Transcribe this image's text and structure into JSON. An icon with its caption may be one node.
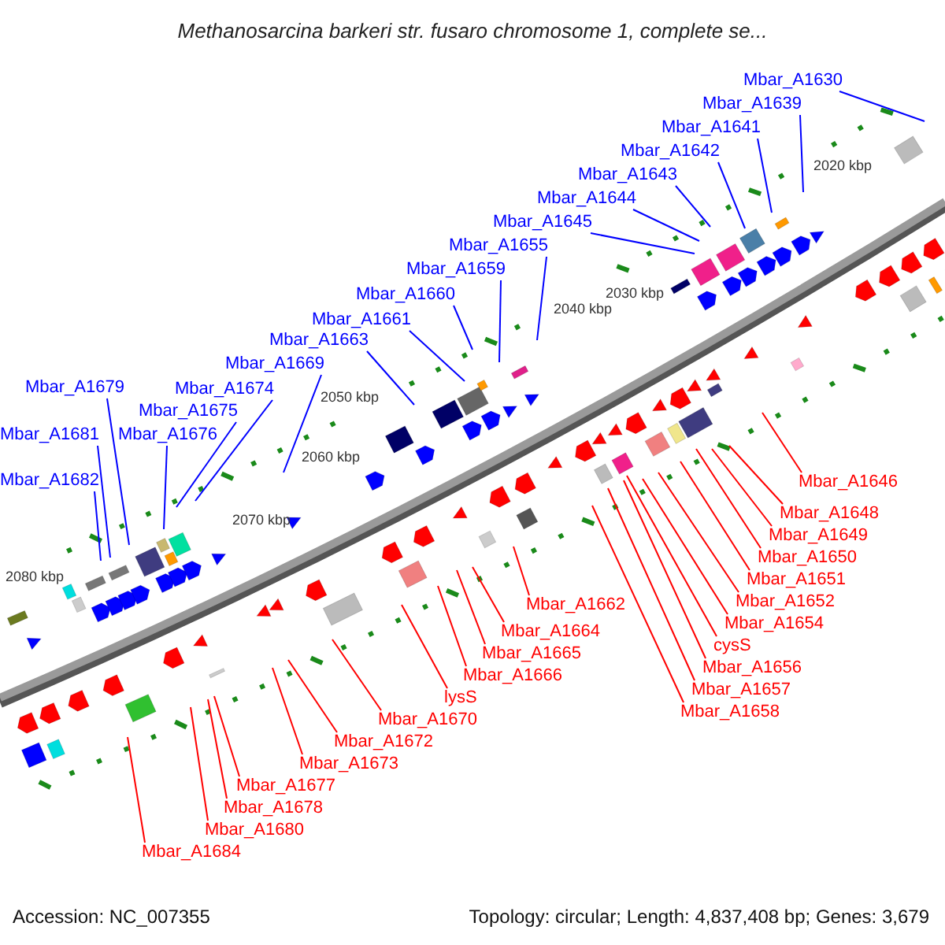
{
  "diagram": {
    "title": "Methanosarcina barkeri str. fusaro chromosome 1, complete se...",
    "nodes": [
      {
        "text": [
          "Mbar_A1630"
        ]
      },
      {
        "text": [
          "Mbar_A1639"
        ]
      },
      {
        "text": [
          "Mbar_A1641"
        ]
      },
      {
        "text": [
          "Mbar_A1642"
        ]
      },
      {
        "text": [
          "Mbar_A1643"
        ]
      },
      {
        "text": [
          "Mbar_A1644"
        ]
      },
      {
        "text": [
          "Mbar_A1645"
        ]
      },
      {
        "text": [
          "Mbar_A1655"
        ]
      },
      {
        "text": [
          "Mbar_A1659"
        ]
      },
      {
        "text": [
          "Mbar_A1660"
        ]
      },
      {
        "text": [
          "Mbar_A1661"
        ]
      },
      {
        "text": [
          "Mbar_A1663"
        ]
      },
      {
        "text": [
          "Mbar_A1669"
        ]
      },
      {
        "text": [
          "Mbar_A1674"
        ]
      },
      {
        "text": [
          "Mbar_A1675"
        ]
      },
      {
        "text": [
          "Mbar_A1679"
        ]
      },
      {
        "text": [
          "Mbar_A1676"
        ]
      },
      {
        "text": [
          "Mbar_A1681"
        ]
      },
      {
        "text": [
          "Mbar_A1682"
        ]
      },
      {
        "text": [
          "Mbar_A1646"
        ]
      },
      {
        "text": [
          "Mbar_A1648"
        ]
      },
      {
        "text": [
          "Mbar_A1649"
        ]
      },
      {
        "text": [
          "Mbar_A1650"
        ]
      },
      {
        "text": [
          "Mbar_A1651"
        ]
      },
      {
        "text": [
          "Mbar_A1652"
        ]
      },
      {
        "text": [
          "Mbar_A1657"
        ]
      },
      {
        "text": [
          "Mbar_A1658"
        ]
      },
      {
        "text": [
          "cysS"
        ]
      },
      {
        "text": [
          "Mbar_A1654"
        ]
      },
      {
        "text": [
          "Mbar_A1656"
        ]
      },
      {
        "text": [
          "Mbar_A1662"
        ]
      },
      {
        "text": [
          "Mbar_A1666"
        ]
      },
      {
        "text": [
          "Mbar_A1664"
        ]
      },
      {
        "text": [
          "Mbar_A1665"
        ]
      },
      {
        "text": [
          "lysS"
        ]
      },
      {
        "text": [
          "Mbar_A1670"
        ]
      },
      {
        "text": [
          "Mbar_A1672"
        ]
      },
      {
        "text": [
          "Mbar_A1673"
        ]
      },
      {
        "text": [
          "Mbar_A1680"
        ]
      },
      {
        "text": [
          "Mbar_A1684"
        ]
      },
      {
        "text": [
          "Mbar_A1677"
        ]
      },
      {
        "text": [
          "Mbar_A1678"
        ]
      }
    ],
    "edges": [
      {
        "from": 0,
        "to": null,
        "arrow": "none",
        "color": "#0000ff"
      },
      {
        "from": 1,
        "to": null,
        "arrow": "none",
        "color": "#0000ff"
      },
      {
        "from": 2,
        "to": null,
        "arrow": "none",
        "color": "#0000ff"
      },
      {
        "from": 3,
        "to": null,
        "arrow": "none",
        "color": "#0000ff"
      },
      {
        "from": 4,
        "to": null,
        "arrow": "none",
        "color": "#0000ff"
      },
      {
        "from": 5,
        "to": null,
        "arrow": "none",
        "color": "#0000ff"
      },
      {
        "from": 6,
        "to": null,
        "arrow": "none",
        "color": "#0000ff"
      },
      {
        "from": 7,
        "to": null,
        "arrow": "none",
        "color": "#0000ff"
      },
      {
        "from": 8,
        "to": null,
        "arrow": "none",
        "color": "#0000ff"
      },
      {
        "from": 9,
        "to": null,
        "arrow": "none",
        "color": "#0000ff"
      },
      {
        "from": 10,
        "to": null,
        "arrow": "none",
        "color": "#0000ff"
      },
      {
        "from": 11,
        "to": null,
        "arrow": "none",
        "color": "#0000ff"
      },
      {
        "from": 12,
        "to": null,
        "arrow": "none",
        "color": "#0000ff"
      },
      {
        "from": 13,
        "to": null,
        "arrow": "none",
        "color": "#0000ff"
      },
      {
        "from": 14,
        "to": null,
        "arrow": "none",
        "color": "#0000ff"
      },
      {
        "from": 15,
        "to": null,
        "arrow": "none",
        "color": "#0000ff"
      },
      {
        "from": 16,
        "to": null,
        "arrow": "none",
        "color": "#0000ff"
      },
      {
        "from": 17,
        "to": null,
        "arrow": "none",
        "color": "#0000ff"
      },
      {
        "from": 18,
        "to": null,
        "arrow": "none",
        "color": "#0000ff"
      },
      {
        "from": 19,
        "to": null,
        "arrow": "none"
      },
      {
        "from": 20,
        "to": null,
        "arrow": "none"
      },
      {
        "from": 21,
        "to": null,
        "arrow": "none"
      },
      {
        "from": 22,
        "to": null,
        "arrow": "none"
      },
      {
        "from": 23,
        "to": null,
        "arrow": "none"
      },
      {
        "from": 24,
        "to": null,
        "arrow": "none"
      },
      {
        "from": 25,
        "to": null,
        "arrow": "none"
      },
      {
        "from": 26,
        "to": null,
        "arrow": "none"
      },
      {
        "from": 27,
        "to": null,
        "arrow": "none"
      },
      {
        "from": 28,
        "to": null,
        "arrow": "none"
      },
      {
        "from": 29,
        "to": null,
        "arrow": "none"
      },
      {
        "from": 30,
        "to": null,
        "arrow": "none"
      },
      {
        "from": 31,
        "to": null,
        "arrow": "none"
      },
      {
        "from": 32,
        "to": null,
        "arrow": "none"
      },
      {
        "from": 33,
        "to": null,
        "arrow": "none"
      },
      {
        "from": 34,
        "to": null,
        "arrow": "none"
      },
      {
        "from": 35,
        "to": null,
        "arrow": "none"
      },
      {
        "from": 36,
        "to": null,
        "arrow": "none"
      },
      {
        "from": 37,
        "to": null,
        "arrow": "none"
      },
      {
        "from": 38,
        "to": null,
        "arrow": "none"
      },
      {
        "from": 39,
        "to": null,
        "arrow": "none"
      },
      {
        "from": 40,
        "to": null,
        "arrow": "none"
      },
      {
        "from": 41,
        "to": null,
        "arrow": "none"
      }
    ],
    "labels": [
      "2020 kbp",
      "2030 kbp",
      "2040 kbp",
      "2050 kbp",
      "2060 kbp",
      "2070 kbp",
      "2080 kbp",
      "Accession: NC_007355",
      "Topology: circular; Length: 4,837,408 bp; Genes: 3,679"
    ]
  }
}
